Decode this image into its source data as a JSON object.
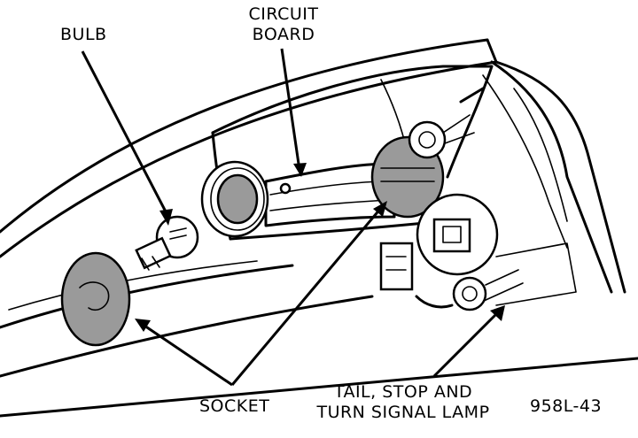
{
  "labels": {
    "bulb": "BULB",
    "circuit_board_line1": "CIRCUIT",
    "circuit_board_line2": "BOARD",
    "socket": "SOCKET",
    "lamp_line1": "TAIL, STOP AND",
    "lamp_line2": "TURN SIGNAL LAMP",
    "figure_code": "958L-43"
  }
}
